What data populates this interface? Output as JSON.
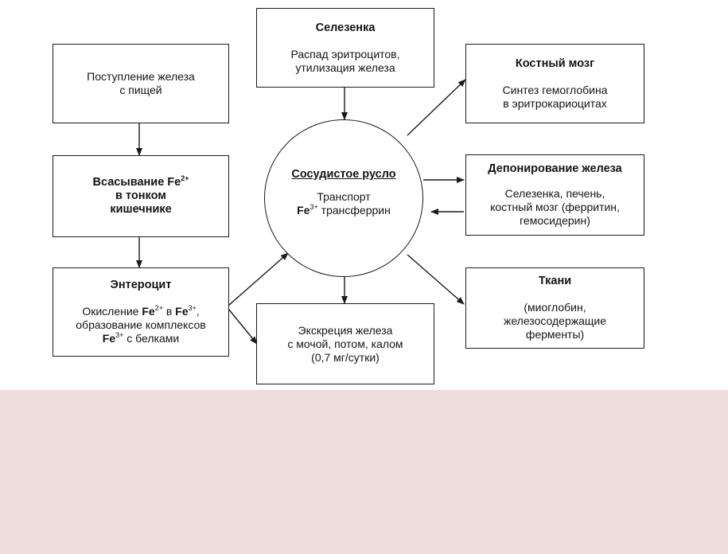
{
  "colors": {
    "line": "#1a1a1a",
    "bottom_band": "#efdcdc"
  },
  "boxes": {
    "food": {
      "line1": "Поступление железа",
      "line2": "с  пищей"
    },
    "absorption": {
      "prefix": "Всасывание ",
      "fe": "Fe",
      "sup": "2+",
      "line2": "в тонком",
      "line3": "кишечнике"
    },
    "enterocyte": {
      "title": "Энтероцит",
      "l1_a": "Окисление ",
      "fe1": "Fe",
      "sup1": "2+",
      "l1_b": " в ",
      "fe2": "Fe",
      "sup2": "3+",
      "l1_c": ",",
      "line2": "образование комплексов",
      "fe3": "Fe",
      "sup3": "3+",
      "l3_b": "  с  белками"
    },
    "spleen": {
      "title": "Селезенка",
      "line1": "Распад эритроцитов,",
      "line2": "утилизация железа"
    },
    "excretion": {
      "line1": "Экскреция железа",
      "line2": "с  мочой, потом, калом",
      "line3": "(0,7 мг/сутки)"
    },
    "marrow": {
      "title": "Костный мозг",
      "line1": "Синтез гемоглобина",
      "line2": "в эритрокариоцитах"
    },
    "depot": {
      "title": "Депонирование железа",
      "line1": "Селезенка, печень,",
      "line2": "костный мозг (ферритин,",
      "line3": "гемосидерин)"
    },
    "tissues": {
      "title": "Ткани",
      "line1": "(миоглобин,",
      "line2": "железосодержащие",
      "line3": "ферменты)"
    }
  },
  "circle": {
    "title": "Сосудистое русло",
    "line1": "Транспорт",
    "fe": "Fe",
    "sup": "3+",
    "line2_b": " трансферрин"
  }
}
